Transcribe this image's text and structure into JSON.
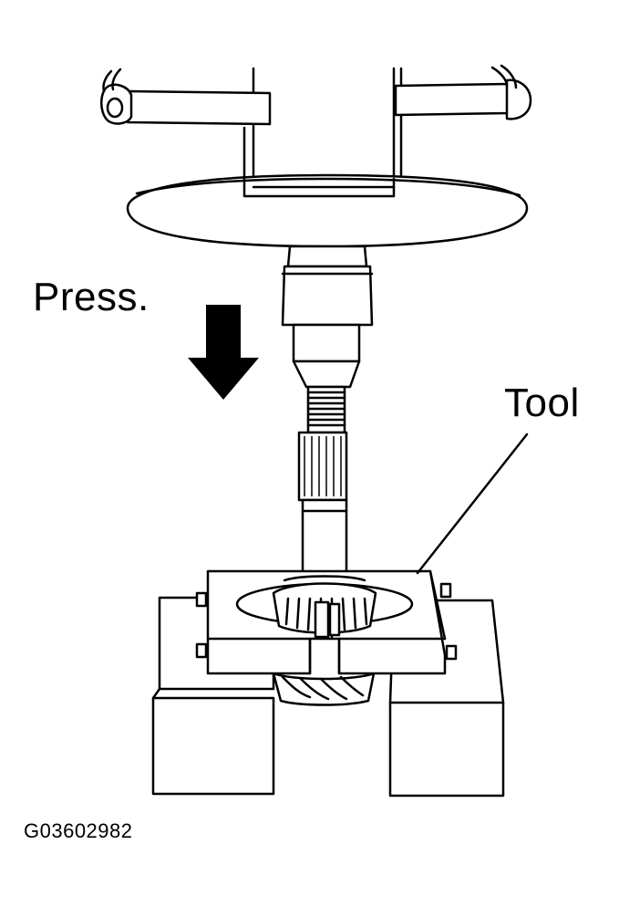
{
  "labels": {
    "press": "Press.",
    "tool": "Tool",
    "figure_id": "G03602982"
  },
  "colors": {
    "ink": "#000000",
    "paper": "#ffffff"
  },
  "icons": {
    "press_direction": "down-arrow-icon"
  }
}
